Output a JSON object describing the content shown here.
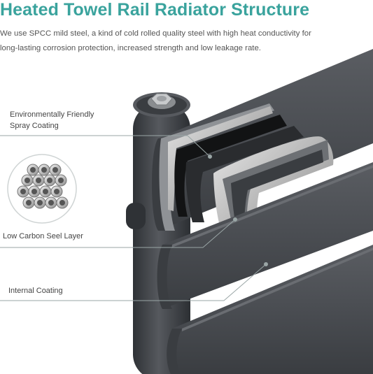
{
  "title": "Heated Towel Rail Radiator Structure",
  "description": {
    "line1": "We use SPCC mild steel, a kind of cold rolled quality steel with high heat conductivity for",
    "line2": "long-lasting corrosion protection, increased strength and low leakage rate."
  },
  "labels": {
    "spray_coating_line1": "Environmentally Friendly",
    "spray_coating_line2": "Spray Coating",
    "carbon_steel": "Low Carbon Seel Layer",
    "internal_coating": "Internal Coating"
  },
  "colors": {
    "title": "#3aa39d",
    "body_text": "#555555",
    "radiator_gray": "#4a4d52",
    "steel_silver": "#b8b8b8",
    "leader_line": "#9aa6a6"
  }
}
